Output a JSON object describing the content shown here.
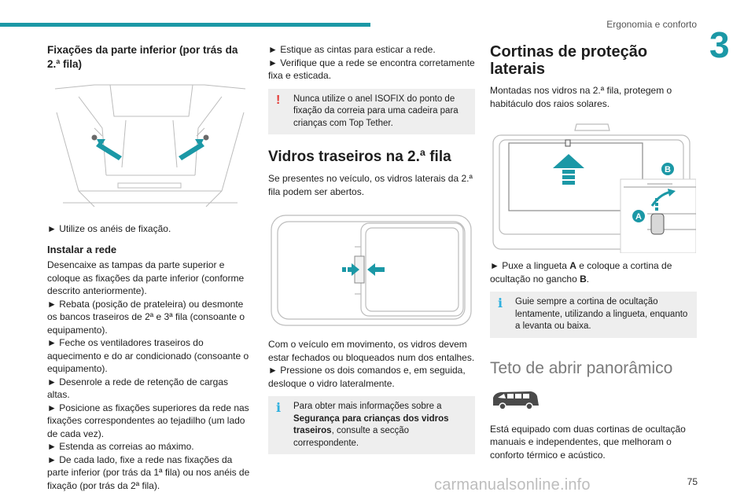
{
  "header": {
    "section": "Ergonomia e conforto",
    "chapter": "3"
  },
  "col1": {
    "title": "Fixações da parte inferior (por trás da 2.ª fila)",
    "step1": "► Utilize os anéis de fixação.",
    "subtitle": "Instalar a rede",
    "para": "Desencaixe as tampas da parte superior e coloque as fixações da parte inferior (conforme descrito anteriormente).",
    "steps": [
      "► Rebata (posição de prateleira) ou desmonte os bancos traseiros de 2ª e 3ª fila (consoante o equipamento).",
      "► Feche os ventiladores traseiros do aquecimento e do ar condicionado (consoante o equipamento).",
      "► Desenrole a rede de retenção de cargas altas.",
      "► Posicione as fixações superiores da rede nas fixações correspondentes ao tejadilho (um lado de cada vez).",
      "► Estenda as correias ao máximo.",
      "► De cada lado, fixe a rede nas fixações da parte inferior (por trás da 1ª fila) ou nos anéis de fixação (por trás da 2ª fila)."
    ]
  },
  "col2": {
    "steps": [
      "► Estique as cintas para esticar a rede.",
      "► Verifique que a rede se encontra corretamente fixa e esticada."
    ],
    "warning": "Nunca utilize o anel ISOFIX do ponto de fixação da correia para uma cadeira para crianças com Top Tether.",
    "title": "Vidros traseiros na 2.ª fila",
    "intro": "Se presentes no veículo, os vidros laterais da 2.ª fila podem ser abertos.",
    "para": "Com o veículo em movimento, os vidros devem estar fechados ou bloqueados num dos entalhes.",
    "step": "► Pressione os dois comandos e, em seguida, desloque o vidro lateralmente.",
    "info_a": "Para obter mais informações sobre a",
    "info_b": "Segurança para crianças dos vidros traseiros",
    "info_c": ", consulte a secção correspondente."
  },
  "col3": {
    "title": "Cortinas de proteção laterais",
    "intro": "Montadas nos vidros na 2.ª fila, protegem o habitáculo dos raios solares.",
    "label_a": "A",
    "label_b": "B",
    "step_a": "► Puxe a lingueta ",
    "step_b": "A",
    "step_c": " e coloque a cortina de ocultação no gancho ",
    "step_d": "B",
    "step_e": ".",
    "info": "Guie sempre a cortina de ocultação lentamente, utilizando a lingueta, enquanto a levanta ou baixa.",
    "title2": "Teto de abrir panorâmico",
    "para2": "Está equipado com duas cortinas de ocultação manuais e independentes, que melhoram o conforto térmico e acústico."
  },
  "footer": {
    "page": "75",
    "watermark": "carmanualsonline.info"
  }
}
